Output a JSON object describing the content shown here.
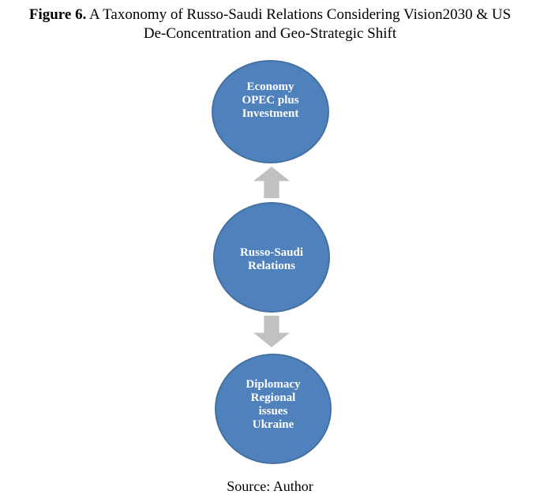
{
  "figure": {
    "title": {
      "figure_label": "Figure 6.",
      "line1_rest": "A Taxonomy of Russo-Saudi Relations Considering Vision2030 & US",
      "line2": "De-Concentration and Geo-Strategic Shift"
    },
    "nodes": [
      {
        "id": "economy",
        "label": "Economy\nOPEC plus\nInvestment"
      },
      {
        "id": "relations",
        "label": "Russo-Saudi\nRelations"
      },
      {
        "id": "diplomacy",
        "label": "Diplomacy\nRegional\nissues\nUkraine"
      }
    ],
    "arrows": [
      {
        "id": "up",
        "direction": "up",
        "from": "relations",
        "to": "economy"
      },
      {
        "id": "down",
        "direction": "down",
        "from": "relations",
        "to": "diplomacy"
      }
    ],
    "source": "Source: Author"
  },
  "colors": {
    "circle-fill": "#4f81bd",
    "circle-border": "#44719f",
    "arrow-fill": "#c1c1c1",
    "text-on-circle": "#ffffff",
    "title-text": "#000000"
  }
}
